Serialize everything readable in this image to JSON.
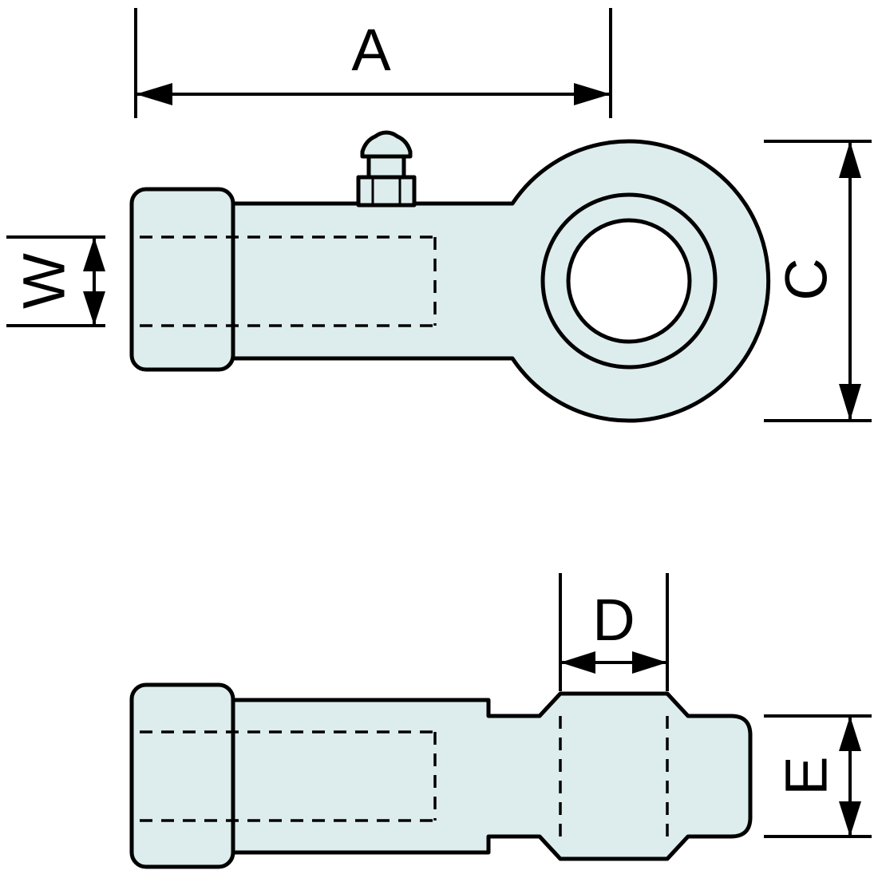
{
  "diagram": {
    "dimension_labels": {
      "a": "A",
      "w": "W",
      "c": "C",
      "d": "D",
      "e": "E"
    },
    "colors": {
      "part_fill": "#ddecec",
      "hole_fill": "#ffffff",
      "line": "#000000",
      "background": "#ffffff"
    }
  }
}
